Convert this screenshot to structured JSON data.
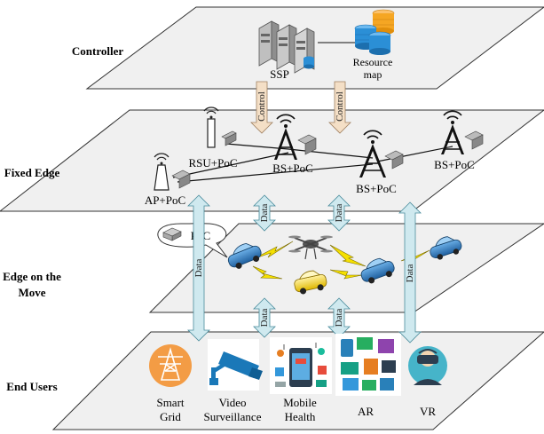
{
  "layers": {
    "controller": "Controller",
    "fixed_edge": "Fixed Edge",
    "edge_move_1": "Edge on the",
    "edge_move_2": "Move",
    "end_users": "End Users"
  },
  "controller": {
    "ssp": "SSP",
    "resource_1": "Resource",
    "resource_2": "map"
  },
  "arrows": {
    "control": "Control",
    "data": "Data"
  },
  "fixed_edge": {
    "rsu": "RSU+PoC",
    "bs_center": "BS+PoC",
    "bs_right": "BS+PoC",
    "bs_mid": "BS+PoC",
    "ap": "AP+PoC"
  },
  "move": {
    "poc_bubble": "PoC"
  },
  "end_users": {
    "smart_1": "Smart",
    "smart_2": "Grid",
    "video_1": "Video",
    "video_2": "Surveillance",
    "health_1": "Mobile",
    "health_2": "Health",
    "ar": "AR",
    "vr": "VR"
  },
  "colors": {
    "plane_fill": "#f0f0f0",
    "plane_stroke": "#333333",
    "data_arrow": "#cfe9ef",
    "data_arrow_stroke": "#4a8c9c",
    "control_arrow": "#f4dfc6",
    "control_arrow_stroke": "#a08060",
    "link_yellow": "#f5e000",
    "db_orange": "#f5a623",
    "db_blue": "#2b8fd6"
  }
}
